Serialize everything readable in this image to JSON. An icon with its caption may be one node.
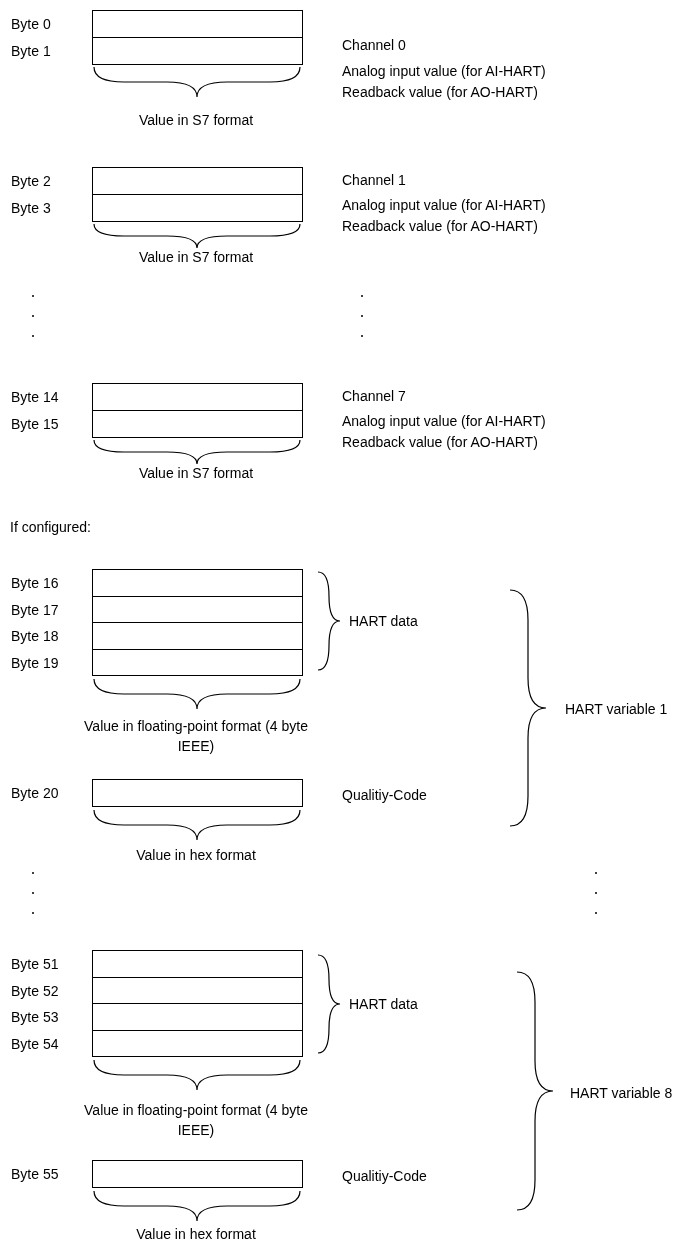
{
  "diagram": {
    "nodes": [
      {
        "text": [],
        "shape": "box",
        "beside": [
          "Byte 0"
        ]
      },
      {
        "text": [],
        "shape": "box",
        "beside": [
          "Byte 1"
        ]
      },
      {
        "text": [],
        "shape": "box",
        "beside": [
          "Byte 2"
        ]
      },
      {
        "text": [],
        "shape": "box",
        "beside": [
          "Byte 3"
        ]
      },
      {
        "text": [],
        "shape": "box",
        "beside": [
          "Byte 14"
        ]
      },
      {
        "text": [],
        "shape": "box",
        "beside": [
          "Byte 15"
        ]
      },
      {
        "text": [],
        "shape": "box",
        "beside": [
          "Byte 16"
        ]
      },
      {
        "text": [],
        "shape": "box",
        "beside": [
          "Byte 17"
        ]
      },
      {
        "text": [],
        "shape": "box",
        "beside": [
          "Byte 18"
        ]
      },
      {
        "text": [],
        "shape": "box",
        "beside": [
          "Byte 19"
        ]
      },
      {
        "text": [],
        "shape": "box",
        "beside": [
          "Byte 20"
        ]
      },
      {
        "text": [],
        "shape": "box",
        "beside": [
          "Byte 51"
        ]
      },
      {
        "text": [],
        "shape": "box",
        "beside": [
          "Byte 52"
        ]
      },
      {
        "text": [],
        "shape": "box",
        "beside": [
          "Byte 53"
        ]
      },
      {
        "text": [],
        "shape": "box",
        "beside": [
          "Byte 54"
        ]
      },
      {
        "text": [],
        "shape": "box",
        "beside": [
          "Byte 55"
        ]
      }
    ],
    "labels": [
      "Channel 0",
      "Analog input value (for AI-HART)",
      "Readback value (for AO-HART)",
      "Value in S7 format",
      "Channel 1",
      "Analog input value (for AI-HART)",
      "Readback value (for AO-HART)",
      "Value in S7 format",
      "Channel 7",
      "Analog input value (for AI-HART)",
      "Readback value (for AO-HART)",
      "Value in S7 format",
      "If configured:",
      "HART data",
      "HART variable 1",
      "Value in floating-point format (4 byte IEEE)",
      "Qualitiy-Code",
      "Value in hex format",
      "HART data",
      "HART variable 8",
      "Value in floating-point format (4 byte IEEE)",
      "Qualitiy-Code",
      "Value in hex format"
    ]
  }
}
